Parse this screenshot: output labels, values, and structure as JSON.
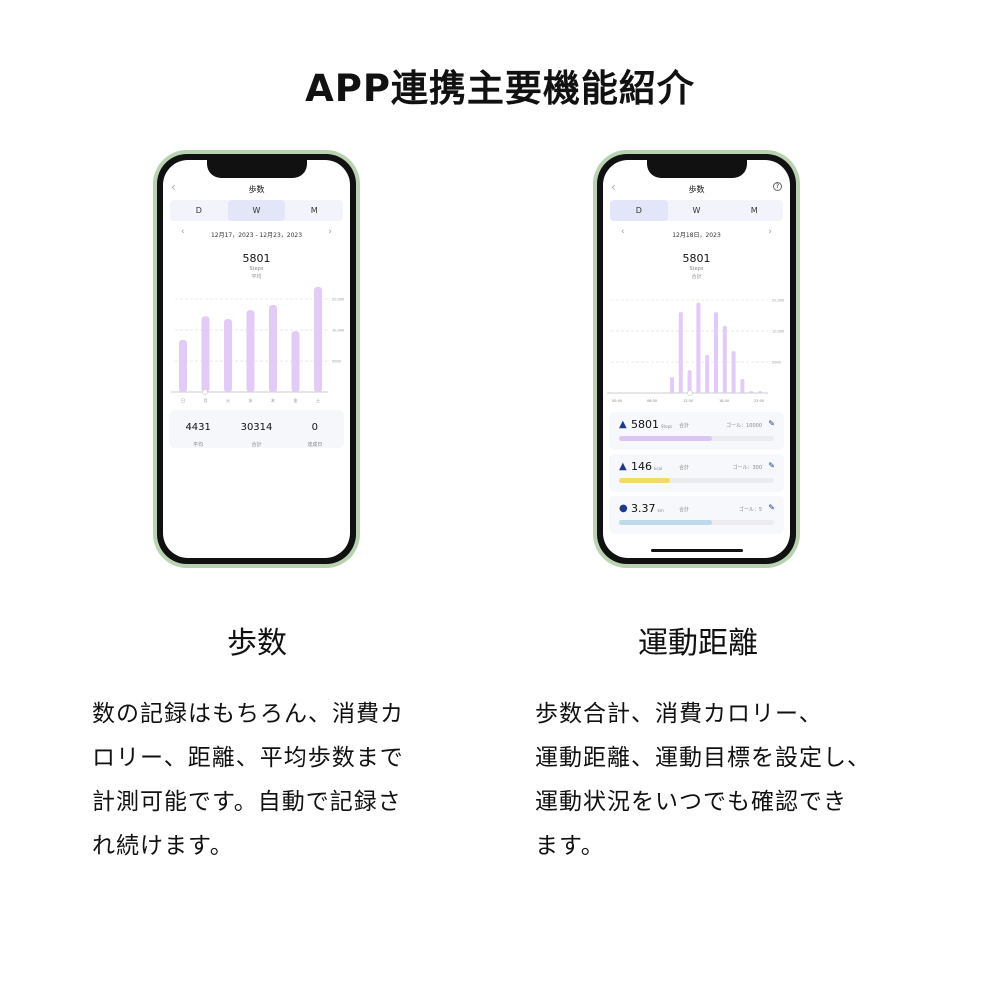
{
  "title": "APP連携主要機能紹介",
  "left_phone": {
    "header": "歩数",
    "tabs": [
      "D",
      "W",
      "M"
    ],
    "active_tab": "W",
    "date_range": "12月17，2023 - 12月23，2023",
    "value": "5801",
    "unit": "Steps",
    "label": "平均",
    "stats": [
      {
        "value": "4431",
        "label": "平均"
      },
      {
        "value": "30314",
        "label": "合計"
      },
      {
        "value": "0",
        "label": "達成日"
      }
    ]
  },
  "right_phone": {
    "header": "歩数",
    "tabs": [
      "D",
      "W",
      "M"
    ],
    "active_tab": "D",
    "date": "12月18日，2023",
    "value": "5801",
    "unit": "Steps",
    "label": "合計",
    "cards": [
      {
        "icon": "footprints-icon",
        "value": "5801",
        "unit": "Steps",
        "total": "合計",
        "goal": "ゴール：10000",
        "progress": 0.6,
        "color": "#dcc4f4"
      },
      {
        "icon": "flame-icon",
        "value": "146",
        "unit": "kcal",
        "total": "合計",
        "goal": "ゴール：300",
        "progress": 0.33,
        "color": "#f4d96a"
      },
      {
        "icon": "location-pin-icon",
        "value": "3.37",
        "unit": "km",
        "total": "合計",
        "goal": "ゴール：5",
        "progress": 0.6,
        "color": "#bcd9ee"
      }
    ]
  },
  "chart_data": [
    {
      "type": "bar",
      "categories": [
        "日",
        "月",
        "火",
        "水",
        "木",
        "金",
        "土"
      ],
      "values": [
        11200,
        16300,
        15700,
        17600,
        18700,
        13100,
        22600
      ],
      "ytick_labels": [
        "20,000",
        "10,000",
        "5000"
      ],
      "ylim": [
        0,
        20000
      ],
      "grid": true
    },
    {
      "type": "bar",
      "categories": [
        "9",
        "10",
        "11",
        "12",
        "13",
        "14",
        "15",
        "16",
        "17",
        "18",
        "19"
      ],
      "values": [
        3400,
        17400,
        4900,
        19400,
        8200,
        17400,
        14400,
        9000,
        3000,
        400,
        400
      ],
      "xtick_labels": [
        "00:00",
        "06:00",
        "12:00",
        "18:00",
        "23:00"
      ],
      "ytick_labels": [
        "20,000",
        "10,000",
        "5000"
      ],
      "ylim": [
        0,
        20000
      ],
      "grid": true
    }
  ],
  "sections": [
    {
      "heading": "歩数",
      "text": [
        "数の記録はもちろん、消費カ",
        "ロリー、距離、平均歩数まで",
        "計測可能です。自動で記録さ",
        "れ続けます。"
      ]
    },
    {
      "heading": "運動距離",
      "text": [
        "歩数合計、消費カロリー、",
        "運動距離、運動目標を設定し、",
        "運動状況をいつでも確認でき",
        "ます。"
      ]
    }
  ]
}
